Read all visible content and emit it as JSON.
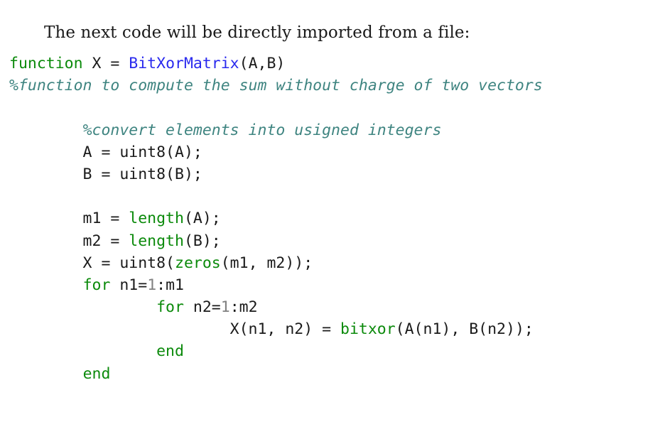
{
  "document": {
    "intro_text": "The next code will be directly imported from a file:",
    "language": "MATLAB",
    "colors": {
      "keyword": "#0b8a0b",
      "function_name": "#2a2aee",
      "number": "#808080",
      "comment": "#3e8480",
      "text": "#1a1a1a"
    },
    "code_lines": [
      [
        {
          "t": "kw",
          "v": "function"
        },
        {
          "t": "tx",
          "v": " X = "
        },
        {
          "t": "fn",
          "v": "BitXorMatrix"
        },
        {
          "t": "tx",
          "v": "(A,B)"
        }
      ],
      [
        {
          "t": "cm",
          "v": "%function to compute the sum without charge of two vectors"
        }
      ],
      [],
      [
        {
          "t": "tx",
          "v": "        "
        },
        {
          "t": "cm",
          "v": "%convert elements into usigned integers"
        }
      ],
      [
        {
          "t": "tx",
          "v": "        A = uint8(A);"
        }
      ],
      [
        {
          "t": "tx",
          "v": "        B = uint8(B);"
        }
      ],
      [],
      [
        {
          "t": "tx",
          "v": "        m1 = "
        },
        {
          "t": "kw",
          "v": "length"
        },
        {
          "t": "tx",
          "v": "(A);"
        }
      ],
      [
        {
          "t": "tx",
          "v": "        m2 = "
        },
        {
          "t": "kw",
          "v": "length"
        },
        {
          "t": "tx",
          "v": "(B);"
        }
      ],
      [
        {
          "t": "tx",
          "v": "        X = uint8("
        },
        {
          "t": "kw",
          "v": "zeros"
        },
        {
          "t": "tx",
          "v": "(m1, m2));"
        }
      ],
      [
        {
          "t": "tx",
          "v": "        "
        },
        {
          "t": "kw",
          "v": "for"
        },
        {
          "t": "tx",
          "v": " n1="
        },
        {
          "t": "num",
          "v": "1"
        },
        {
          "t": "tx",
          "v": ":m1"
        }
      ],
      [
        {
          "t": "tx",
          "v": "                "
        },
        {
          "t": "kw",
          "v": "for"
        },
        {
          "t": "tx",
          "v": " n2="
        },
        {
          "t": "num",
          "v": "1"
        },
        {
          "t": "tx",
          "v": ":m2"
        }
      ],
      [
        {
          "t": "tx",
          "v": "                        X(n1, n2) = "
        },
        {
          "t": "kw",
          "v": "bitxor"
        },
        {
          "t": "tx",
          "v": "(A(n1), B(n2));"
        }
      ],
      [
        {
          "t": "tx",
          "v": "                "
        },
        {
          "t": "kw",
          "v": "end"
        }
      ],
      [
        {
          "t": "tx",
          "v": "        "
        },
        {
          "t": "kw",
          "v": "end"
        }
      ]
    ]
  }
}
